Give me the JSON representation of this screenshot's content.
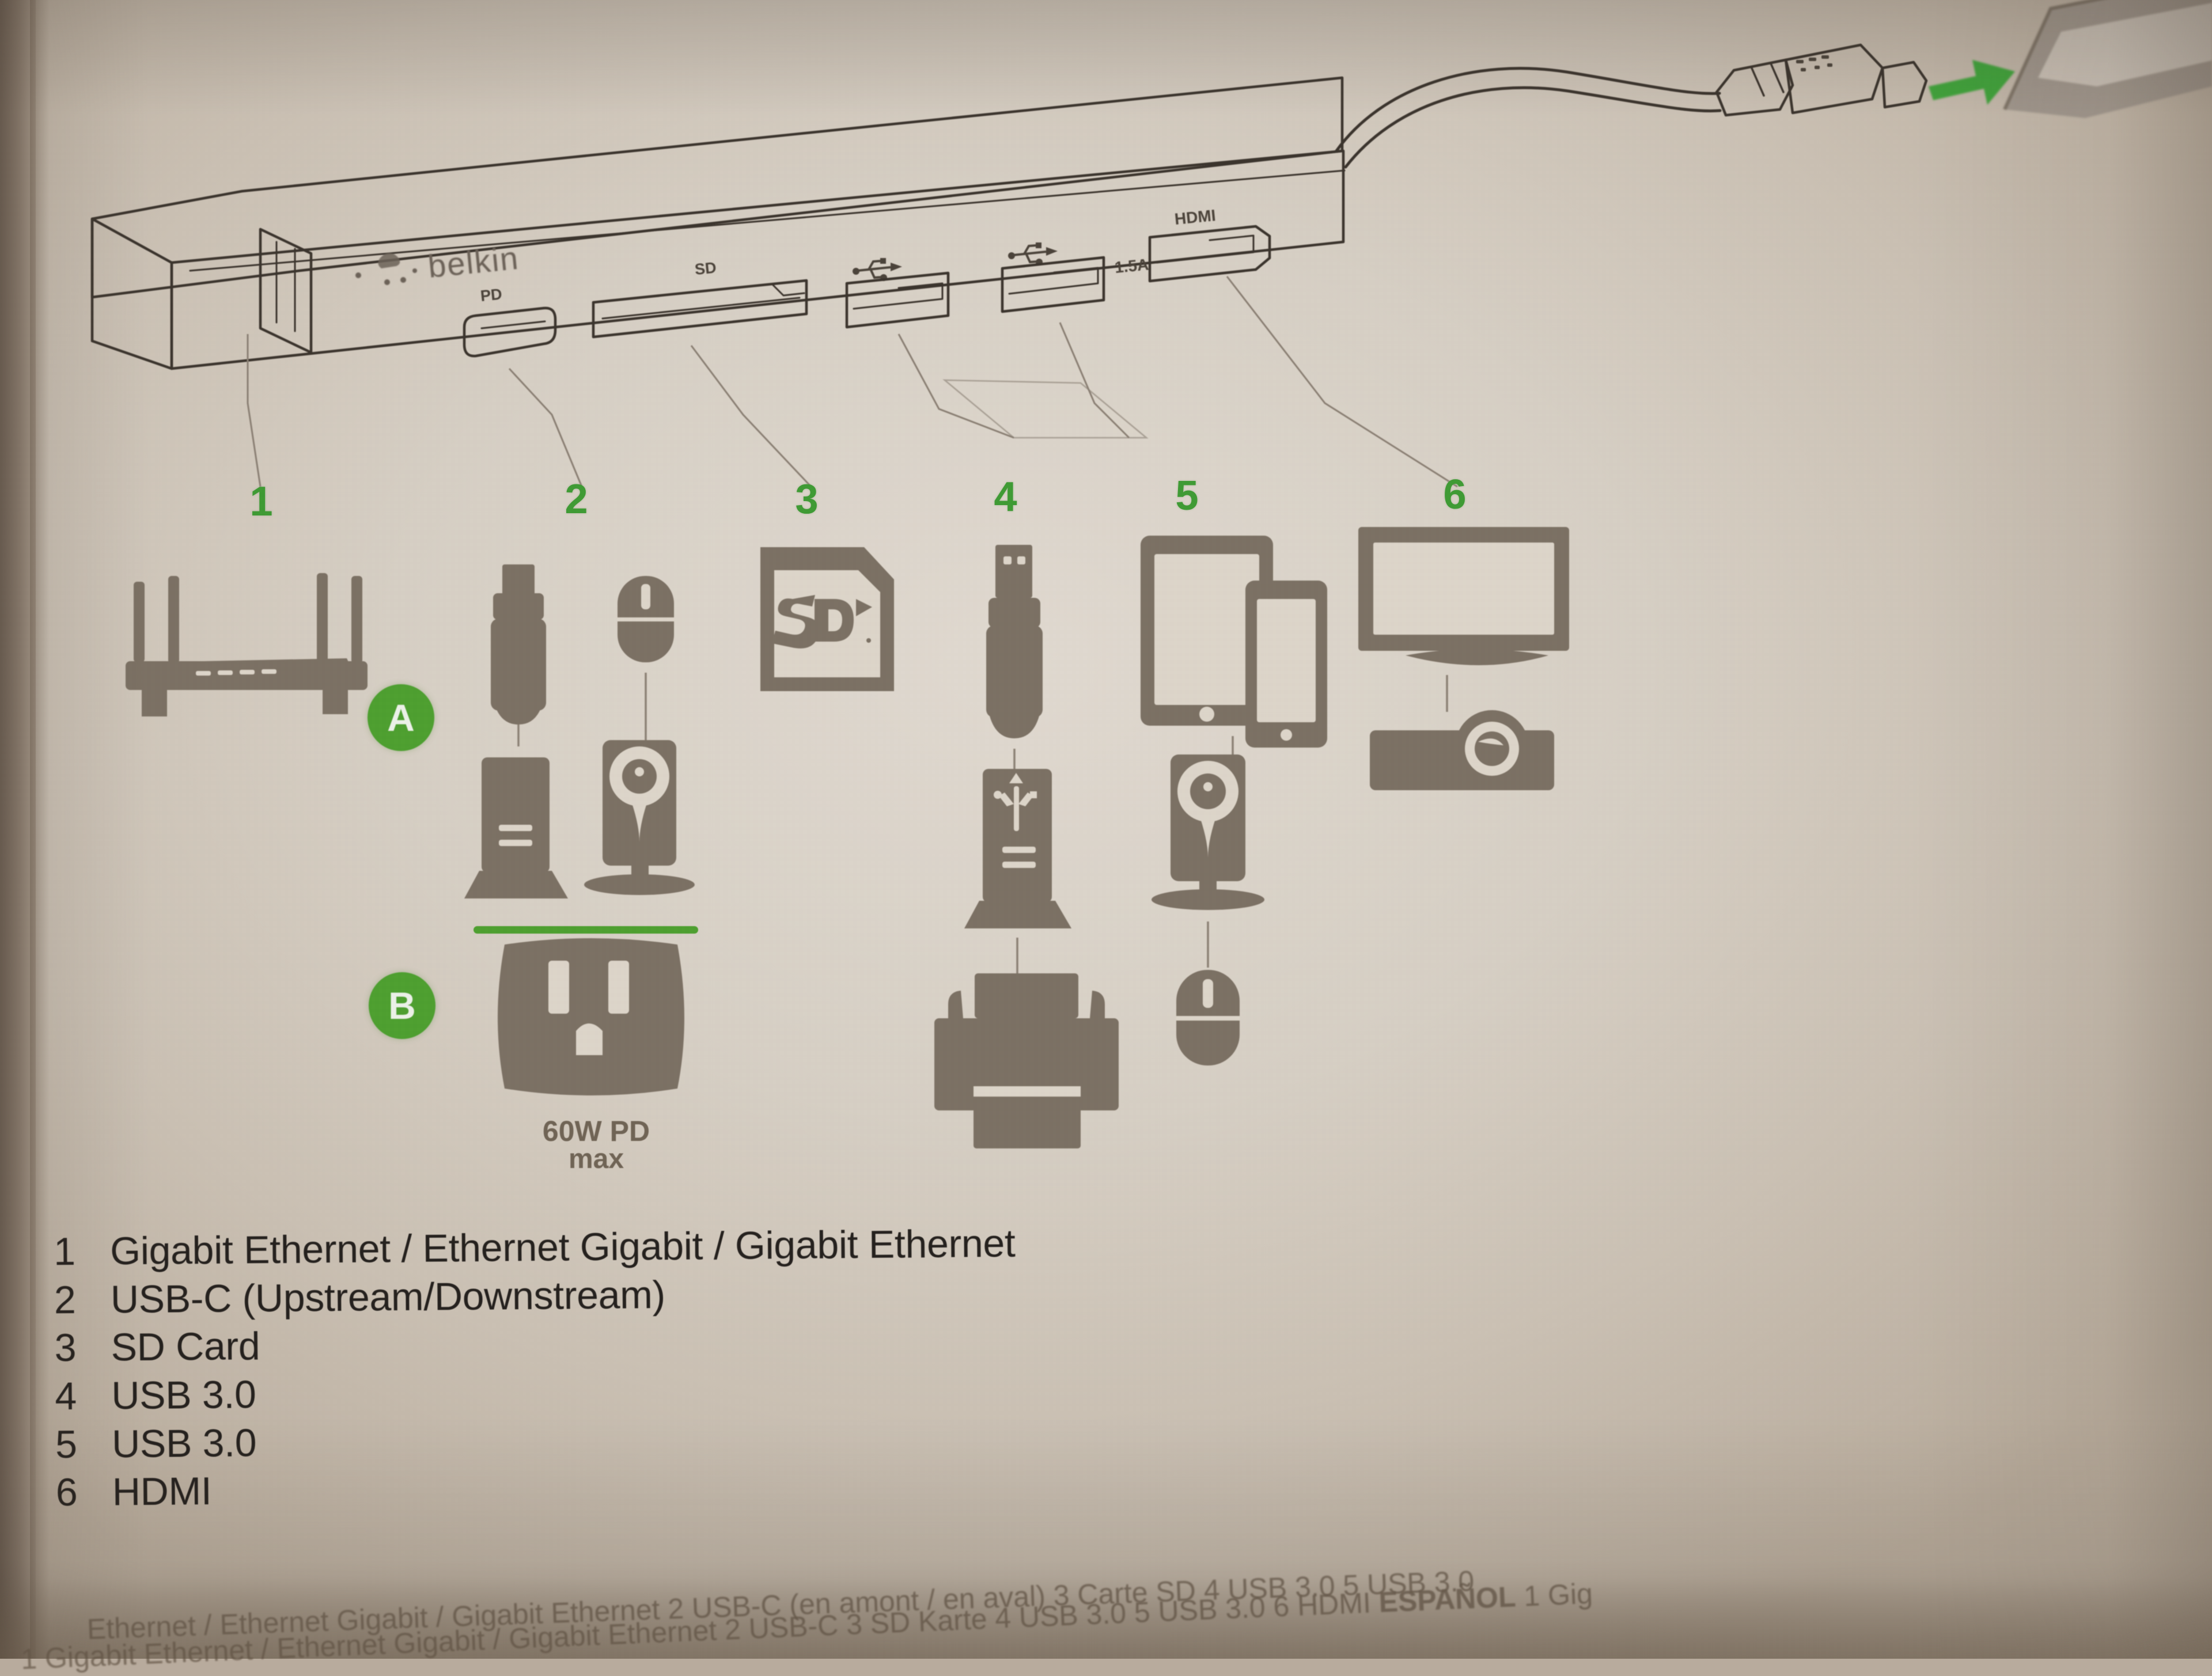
{
  "document": {
    "kind": "product-port-diagram",
    "brand": "belkin",
    "accent_color": "#4da02f",
    "ink_color": "#7b7063",
    "paper_color": "#ded6ca"
  },
  "hub": {
    "brand_label": "belkin",
    "port_labels": {
      "pd": "PD",
      "sd": "SD",
      "usb_left": "usb-trident-icon",
      "usb_right": "usb-trident-icon",
      "amp_rating": "1.5A",
      "hdmi": "HDMI"
    },
    "cable": {
      "connector": "USB-C",
      "arrow_direction": "right",
      "arrow_color": "#3fa33a"
    }
  },
  "callouts": [
    {
      "number": "1",
      "top_icon": "wifi-router-icon",
      "row_a": null,
      "row_b": null
    },
    {
      "number": "2",
      "top_icon": "usb-c-flash-drive-icon",
      "top_icon_2": "mouse-icon",
      "row_a": "desktop-tower-icon",
      "row_a_2": "webcam-icon",
      "row_b": "power-outlet-icon"
    },
    {
      "number": "3",
      "top_icon": "sd-card-icon",
      "row_a": null,
      "row_b": null
    },
    {
      "number": "4",
      "top_icon": "usb-flash-drive-icon",
      "row_a": "usb-hub-tower-icon",
      "row_b": "printer-icon"
    },
    {
      "number": "5",
      "top_icon": "tablet-and-phone-icon",
      "row_a": "webcam-icon",
      "row_b": "mouse-icon"
    },
    {
      "number": "6",
      "top_icon": "monitor-icon",
      "row_a": "projector-icon",
      "row_b": null
    }
  ],
  "row_badges": {
    "a": "A",
    "b": "B"
  },
  "power_caption": {
    "line1": "60W PD",
    "line2": "max"
  },
  "legend": {
    "items": [
      {
        "number": "1",
        "text": "Gigabit Ethernet / Ethernet Gigabit / Gigabit Ethernet"
      },
      {
        "number": "2",
        "text": "USB-C (Upstream/Downstream)"
      },
      {
        "number": "3",
        "text": "SD Card"
      },
      {
        "number": "4",
        "text": "USB 3.0"
      },
      {
        "number": "5",
        "text": "USB 3.0"
      },
      {
        "number": "6",
        "text": "HDMI"
      }
    ]
  },
  "fineprint": {
    "line_french": "Ethernet / Ethernet Gigabit / Gigabit Ethernet  2 USB-C (en amont / en aval)  3 Carte SD  4 USB 3.0  5 USB 3.0",
    "line_spanish_prefix": "1 Gigabit Ethernet / Ethernet Gigabit / Gigabit Ethernet  2 USB-C  3 SD Karte  4 USB 3.0  5 USB 3.0  6 HDMI",
    "language_heading": "ESPAÑOL",
    "language_tail": "1 Gig"
  }
}
